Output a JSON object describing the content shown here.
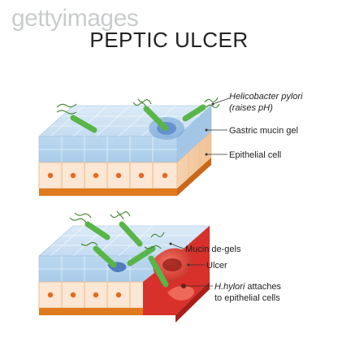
{
  "watermark": "gettyimages",
  "title": "PEPTIC ULCER",
  "top_labels": {
    "bacteria_line1": "Helicobacter pylori",
    "bacteria_line2": "(raises pH)",
    "mucin": "Gastric mucin gel",
    "epithelial": "Epithelial cell"
  },
  "bottom_labels": {
    "degel": "Mucin de-gels",
    "ulcer": "Ulcer",
    "attach_species": "H.hylori",
    "attach_rest": " attaches",
    "attach_line2": "to epithelial cells"
  },
  "colors": {
    "mucin": "#b9d8f0",
    "cell_face": "#fbe7d3",
    "nucleus": "#e46a1e",
    "base": "#e07a1e",
    "bacteria": "#59b548",
    "flagella": "#4a8a3a",
    "ulcer": "#d8302a",
    "label_line": "#333333"
  }
}
